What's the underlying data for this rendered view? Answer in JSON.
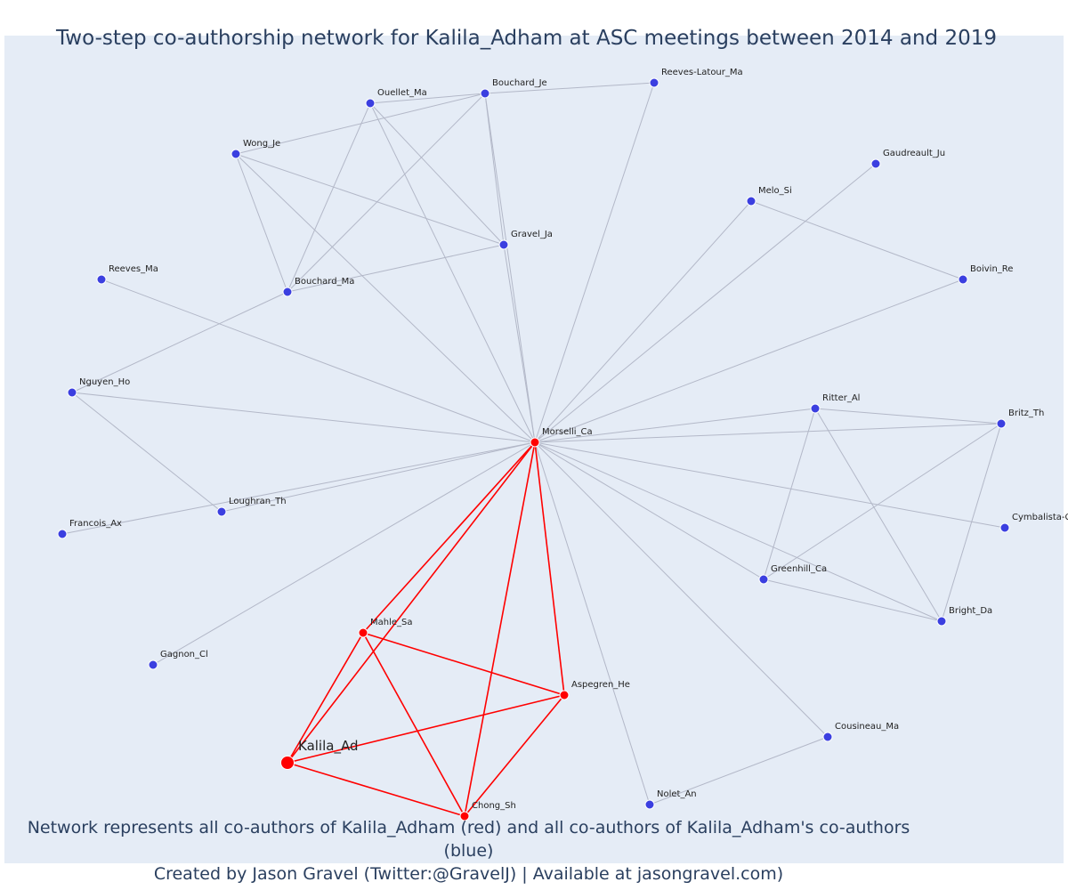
{
  "title": "Two-step co-authorship network for Kalila_Adham at ASC meetings between 2014 and 2019",
  "caption": {
    "line1": "Network represents all co-authors of Kalila_Adham (red) and all co-authors of Kalila_Adham's co-authors (blue)",
    "line2": "Created by Jason Gravel (Twitter:@GravelJ) | Available at jasongravel.com)"
  },
  "colors": {
    "background": "#e5ecf6",
    "text": "#2a3f5f",
    "direct": "#ff0000",
    "indirect": "#3b3fe0",
    "edge_indirect": "#b3b8c8"
  },
  "nodes": [
    {
      "id": "Ouellet_Ma",
      "label": "Ouellet_Ma",
      "group": "indirect"
    },
    {
      "id": "Bouchard_Je",
      "label": "Bouchard_Je",
      "group": "indirect"
    },
    {
      "id": "Reeves-Latour_Ma",
      "label": "Reeves-Latour_Ma",
      "group": "indirect"
    },
    {
      "id": "Wong_Je",
      "label": "Wong_Je",
      "group": "indirect"
    },
    {
      "id": "Gaudreault_Ju",
      "label": "Gaudreault_Ju",
      "group": "indirect"
    },
    {
      "id": "Melo_Si",
      "label": "Melo_Si",
      "group": "indirect"
    },
    {
      "id": "Gravel_Ja",
      "label": "Gravel_Ja",
      "group": "indirect"
    },
    {
      "id": "Reeves_Ma",
      "label": "Reeves_Ma",
      "group": "indirect"
    },
    {
      "id": "Bouchard_Ma",
      "label": "Bouchard_Ma",
      "group": "indirect"
    },
    {
      "id": "Boivin_Re",
      "label": "Boivin_Re",
      "group": "indirect"
    },
    {
      "id": "Nguyen_Ho",
      "label": "Nguyen_Ho",
      "group": "indirect"
    },
    {
      "id": "Ritter_Al",
      "label": "Ritter_Al",
      "group": "indirect"
    },
    {
      "id": "Britz_Th",
      "label": "Britz_Th",
      "group": "indirect"
    },
    {
      "id": "Morselli_Ca",
      "label": "Morselli_Ca",
      "group": "direct"
    },
    {
      "id": "Loughran_Th",
      "label": "Loughran_Th",
      "group": "indirect"
    },
    {
      "id": "Francois_Ax",
      "label": "Francois_Ax",
      "group": "indirect"
    },
    {
      "id": "Cymbalista-C",
      "label": "Cymbalista-C",
      "group": "indirect"
    },
    {
      "id": "Greenhill_Ca",
      "label": "Greenhill_Ca",
      "group": "indirect"
    },
    {
      "id": "Bright_Da",
      "label": "Bright_Da",
      "group": "indirect"
    },
    {
      "id": "Mahle_Sa",
      "label": "Mahle_Sa",
      "group": "direct"
    },
    {
      "id": "Gagnon_Cl",
      "label": "Gagnon_Cl",
      "group": "indirect"
    },
    {
      "id": "Aspegren_He",
      "label": "Aspegren_He",
      "group": "direct"
    },
    {
      "id": "Cousineau_Ma",
      "label": "Cousineau_Ma",
      "group": "indirect"
    },
    {
      "id": "Kalila_Ad",
      "label": "Kalila_Ad",
      "group": "focal"
    },
    {
      "id": "Nolet_An",
      "label": "Nolet_An",
      "group": "indirect"
    },
    {
      "id": "Chong_Sh",
      "label": "Chong_Sh",
      "group": "direct"
    }
  ],
  "edges": [
    [
      "Ouellet_Ma",
      "Bouchard_Je"
    ],
    [
      "Ouellet_Ma",
      "Gravel_Ja"
    ],
    [
      "Ouellet_Ma",
      "Bouchard_Ma"
    ],
    [
      "Ouellet_Ma",
      "Morselli_Ca"
    ],
    [
      "Bouchard_Je",
      "Reeves-Latour_Ma"
    ],
    [
      "Bouchard_Je",
      "Wong_Je"
    ],
    [
      "Bouchard_Je",
      "Gravel_Ja"
    ],
    [
      "Bouchard_Je",
      "Bouchard_Ma"
    ],
    [
      "Bouchard_Je",
      "Morselli_Ca"
    ],
    [
      "Reeves-Latour_Ma",
      "Morselli_Ca"
    ],
    [
      "Wong_Je",
      "Gravel_Ja"
    ],
    [
      "Wong_Je",
      "Bouchard_Ma"
    ],
    [
      "Wong_Je",
      "Morselli_Ca"
    ],
    [
      "Gravel_Ja",
      "Bouchard_Ma"
    ],
    [
      "Gravel_Ja",
      "Morselli_Ca"
    ],
    [
      "Bouchard_Ma",
      "Nguyen_Ho"
    ],
    [
      "Gaudreault_Ju",
      "Morselli_Ca"
    ],
    [
      "Melo_Si",
      "Boivin_Re"
    ],
    [
      "Melo_Si",
      "Morselli_Ca"
    ],
    [
      "Boivin_Re",
      "Morselli_Ca"
    ],
    [
      "Reeves_Ma",
      "Morselli_Ca"
    ],
    [
      "Nguyen_Ho",
      "Morselli_Ca"
    ],
    [
      "Nguyen_Ho",
      "Loughran_Th"
    ],
    [
      "Loughran_Th",
      "Morselli_Ca"
    ],
    [
      "Francois_Ax",
      "Morselli_Ca"
    ],
    [
      "Ritter_Al",
      "Britz_Th"
    ],
    [
      "Ritter_Al",
      "Greenhill_Ca"
    ],
    [
      "Ritter_Al",
      "Bright_Da"
    ],
    [
      "Ritter_Al",
      "Morselli_Ca"
    ],
    [
      "Britz_Th",
      "Greenhill_Ca"
    ],
    [
      "Britz_Th",
      "Bright_Da"
    ],
    [
      "Britz_Th",
      "Morselli_Ca"
    ],
    [
      "Cymbalista-C",
      "Morselli_Ca"
    ],
    [
      "Greenhill_Ca",
      "Bright_Da"
    ],
    [
      "Greenhill_Ca",
      "Morselli_Ca"
    ],
    [
      "Bright_Da",
      "Morselli_Ca"
    ],
    [
      "Gagnon_Cl",
      "Morselli_Ca"
    ],
    [
      "Cousineau_Ma",
      "Morselli_Ca"
    ],
    [
      "Cousineau_Ma",
      "Nolet_An"
    ],
    [
      "Nolet_An",
      "Morselli_Ca"
    ],
    [
      "Kalila_Ad",
      "Morselli_Ca"
    ],
    [
      "Kalila_Ad",
      "Mahle_Sa"
    ],
    [
      "Kalila_Ad",
      "Aspegren_He"
    ],
    [
      "Kalila_Ad",
      "Chong_Sh"
    ],
    [
      "Morselli_Ca",
      "Mahle_Sa"
    ],
    [
      "Morselli_Ca",
      "Aspegren_He"
    ],
    [
      "Morselli_Ca",
      "Chong_Sh"
    ],
    [
      "Mahle_Sa",
      "Aspegren_He"
    ],
    [
      "Mahle_Sa",
      "Chong_Sh"
    ],
    [
      "Aspegren_He",
      "Chong_Sh"
    ]
  ]
}
